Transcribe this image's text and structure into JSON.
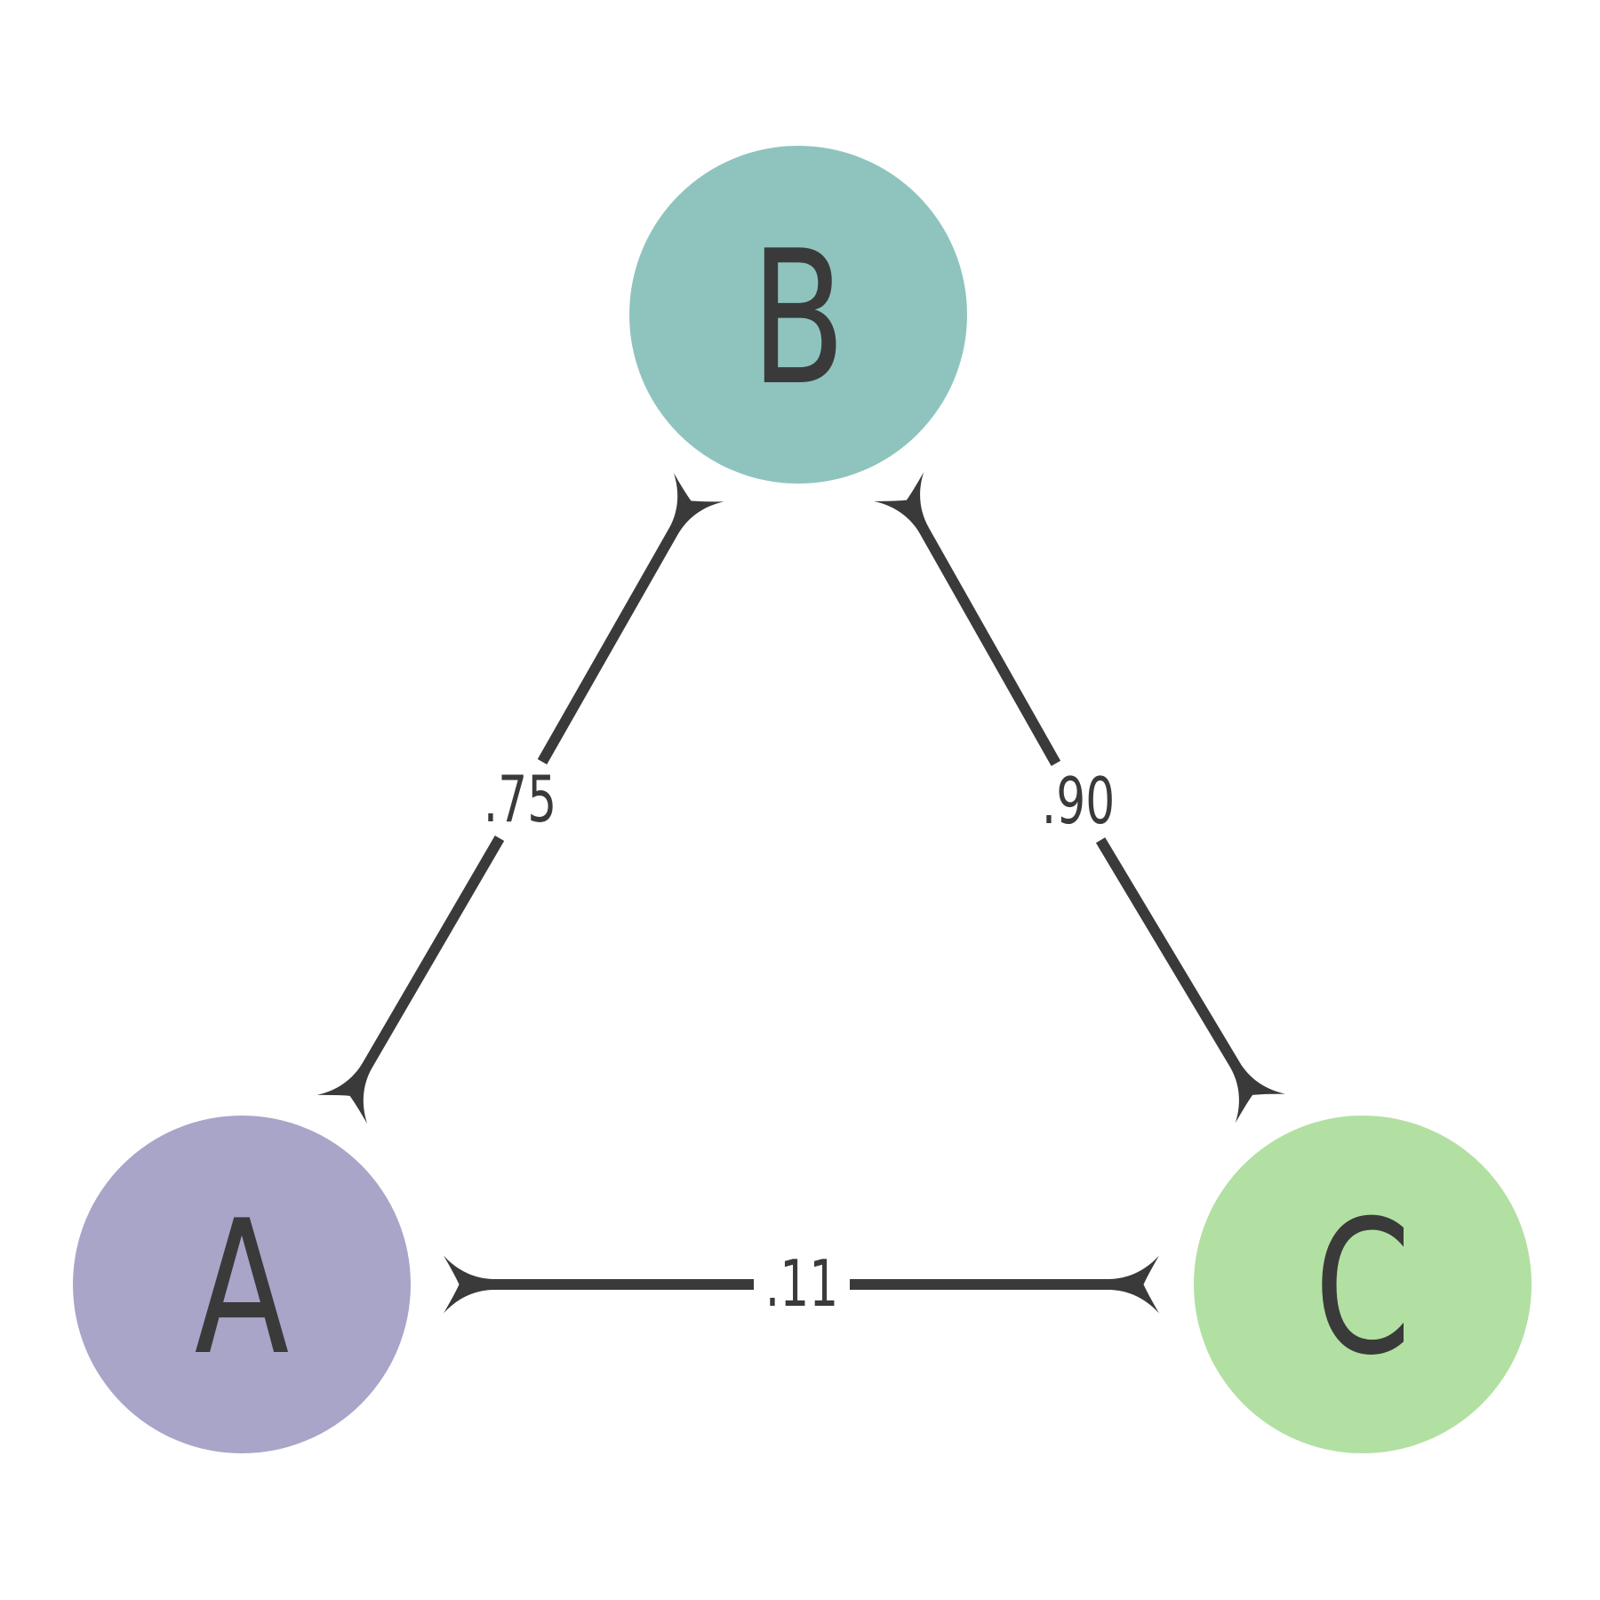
{
  "diagram": {
    "type": "weighted-graph",
    "background_color": "#ffffff",
    "edge_color": "#3a3a3a",
    "text_color": "#3a3a3a",
    "nodes": [
      {
        "id": "A",
        "label": "A",
        "color": "#a8a5c9"
      },
      {
        "id": "B",
        "label": "B",
        "color": "#8fc4be"
      },
      {
        "id": "C",
        "label": "C",
        "color": "#b2e0a2"
      }
    ],
    "edges": [
      {
        "from": "A",
        "to": "B",
        "label": ".75",
        "value": 0.75,
        "arrowheads": "both"
      },
      {
        "from": "B",
        "to": "C",
        "label": ".90",
        "value": 0.9,
        "arrowheads": "both"
      },
      {
        "from": "A",
        "to": "C",
        "label": ".11",
        "value": 0.11,
        "arrowheads": "both"
      }
    ]
  }
}
